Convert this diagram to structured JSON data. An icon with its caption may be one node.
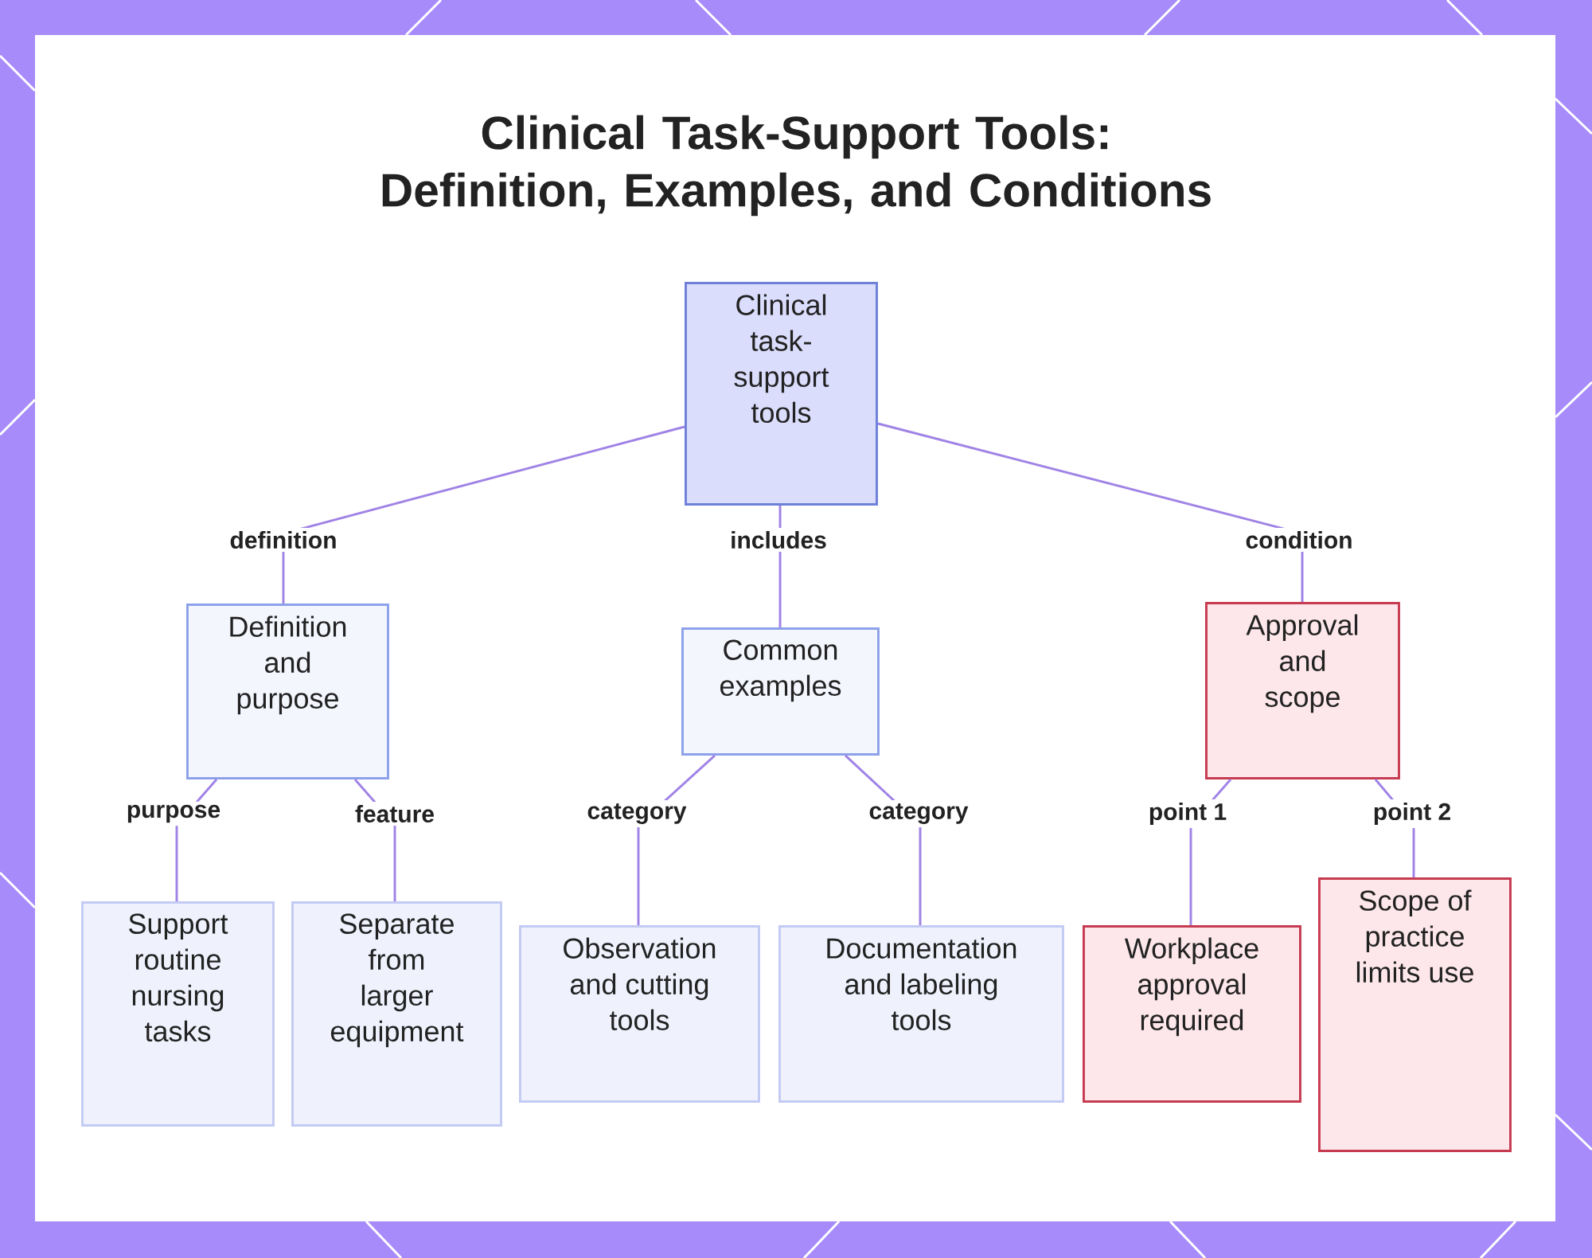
{
  "diagram": {
    "title": "Clinical Task-Support Tools: Definition, Examples, and Conditions",
    "nodes": [
      {
        "text": [
          "Clinical task-support tools"
        ]
      },
      {
        "text": [
          "Definition and purpose"
        ]
      },
      {
        "text": [
          "Common examples"
        ]
      },
      {
        "text": [
          "Approval and scope"
        ]
      },
      {
        "text": [
          "Support routine nursing tasks"
        ]
      },
      {
        "text": [
          "Separate from larger equipment"
        ]
      },
      {
        "text": [
          "Observation and cutting tools"
        ]
      },
      {
        "text": [
          "Documentation and labeling tools"
        ]
      },
      {
        "text": [
          "Workplace approval required"
        ]
      },
      {
        "text": [
          "Scope of practice limits use"
        ]
      }
    ],
    "edges": [
      {
        "from": 0,
        "to": 1,
        "arrow": "none",
        "label": "definition"
      },
      {
        "from": 0,
        "to": 2,
        "arrow": "none",
        "label": "includes"
      },
      {
        "from": 0,
        "to": 3,
        "arrow": "none",
        "label": "condition"
      },
      {
        "from": 1,
        "to": 4,
        "arrow": "none",
        "label": "purpose"
      },
      {
        "from": 1,
        "to": 5,
        "arrow": "none",
        "label": "feature"
      },
      {
        "from": 2,
        "to": 6,
        "arrow": "none",
        "label": "category"
      },
      {
        "from": 2,
        "to": 7,
        "arrow": "none",
        "label": "category"
      },
      {
        "from": 3,
        "to": 8,
        "arrow": "none",
        "label": "point 1"
      },
      {
        "from": 3,
        "to": 9,
        "arrow": "none",
        "label": "point 2"
      }
    ]
  }
}
